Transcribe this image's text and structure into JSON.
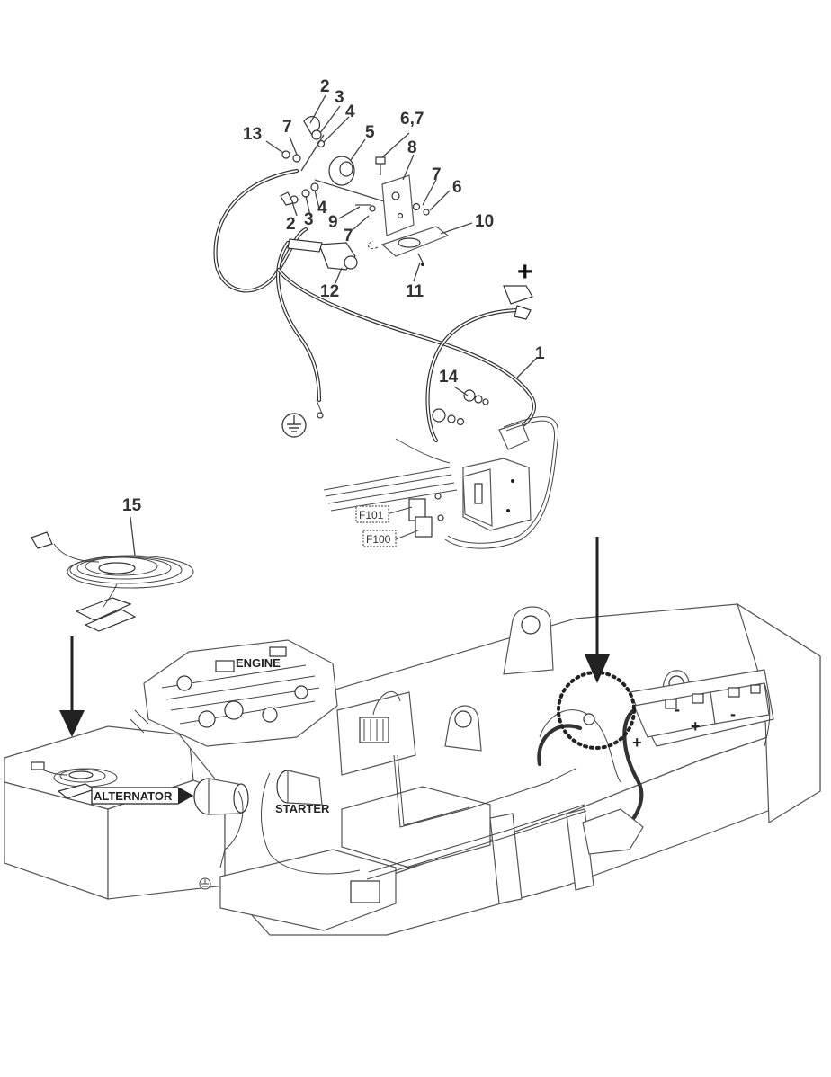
{
  "callouts": {
    "c1": "1",
    "c2a": "2",
    "c2b": "2",
    "c3a": "3",
    "c3b": "3",
    "c4a": "4",
    "c4b": "4",
    "c5": "5",
    "c67": "6,7",
    "c6": "6",
    "c7a": "7",
    "c7b": "7",
    "c7c": "7",
    "c8": "8",
    "c9": "9",
    "c10": "10",
    "c11": "11",
    "c12": "12",
    "c13": "13",
    "c14": "14",
    "c15": "15",
    "plus": "+"
  },
  "labels": {
    "engine": "ENGINE",
    "alternator": "ALTERNATOR",
    "starter": "STARTER",
    "fuse_f101": "F101",
    "fuse_f100": "F100",
    "battery_plus_1": "+",
    "battery_plus_2": "+",
    "battery_minus_1": "-",
    "battery_minus_2": "-"
  },
  "icons": {
    "ground": "ground-symbol-icon",
    "arrow": "down-arrow-icon"
  }
}
